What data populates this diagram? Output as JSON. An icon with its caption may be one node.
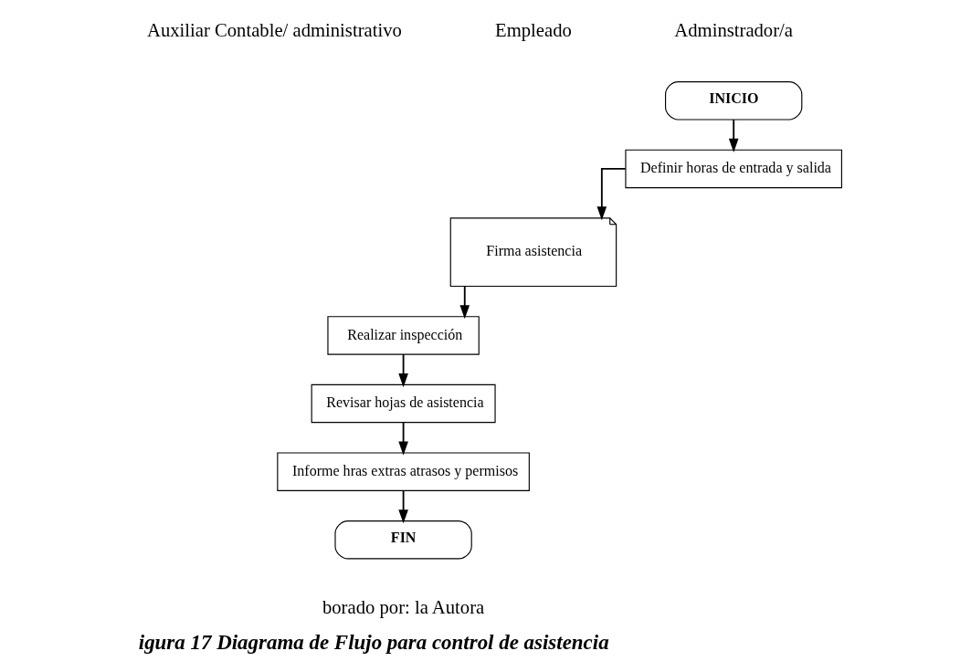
{
  "diagram": {
    "caption": "igura 17 Diagrama de Flujo para control de asistencia",
    "nodes": [
      {
        "text": [
          "INICIO"
        ]
      },
      {
        "text": [
          "Definir horas de entrada y salida"
        ]
      },
      {
        "text": [
          "Firma asistencia"
        ]
      },
      {
        "text": [
          "Realizar inspección"
        ]
      },
      {
        "text": [
          "Revisar hojas de asistencia"
        ]
      },
      {
        "text": [
          "Informe hras extras atrasos y permisos"
        ]
      },
      {
        "text": [
          "FIN"
        ]
      }
    ],
    "edges": [
      {
        "from": 0,
        "to": 1,
        "arrow": "to"
      },
      {
        "from": 1,
        "to": 2,
        "arrow": "to"
      },
      {
        "from": 2,
        "to": 3,
        "arrow": "to"
      },
      {
        "from": 3,
        "to": 4,
        "arrow": "to"
      },
      {
        "from": 4,
        "to": 5,
        "arrow": "to"
      },
      {
        "from": 5,
        "to": 6,
        "arrow": "to"
      }
    ],
    "labels": [
      "Adminstrador/a",
      "Empleado",
      "Auxiliar Contable/ administrativo",
      "borado por: la Autora"
    ]
  }
}
